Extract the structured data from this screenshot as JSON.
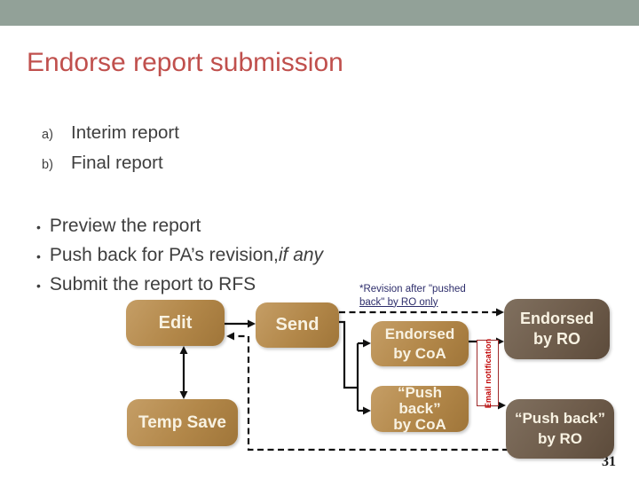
{
  "slide": {
    "title": "Endorse report submission",
    "page_number": "31",
    "colors": {
      "top_bar": "#92a198",
      "title_text": "#c0504d",
      "body_text": "#3e3e3e",
      "note_text": "#2d2d6b",
      "email_text": "#c00000",
      "tan_box": "#b28749",
      "brown_box": "#6e5c4b",
      "box_label_text": "#f8f2e2"
    }
  },
  "list_style": {
    "bullet_char": "•"
  },
  "lettered_list": [
    {
      "marker": "a)",
      "text": "Interim report"
    },
    {
      "marker": "b)",
      "text": "Final report"
    }
  ],
  "bullets": [
    {
      "text": "Preview the report",
      "italic": ""
    },
    {
      "text": "Push back for PA’s revision, ",
      "italic": "if any"
    },
    {
      "text": "Submit the report to RFS",
      "italic": ""
    }
  ],
  "note": {
    "line1": "*Revision after \"pushed",
    "line2": "back\" by RO only"
  },
  "diagram": {
    "nodes": {
      "edit": "Edit",
      "send": "Send",
      "temp_save": "Temp Save",
      "endorsed_coa": "Endorsed\nby CoA",
      "push_coa": "“Push\nback”\nby CoA",
      "endorsed_ro": "Endorsed\nby RO",
      "push_ro": "“Push back”\nby RO",
      "email_label": "Email notification"
    }
  }
}
